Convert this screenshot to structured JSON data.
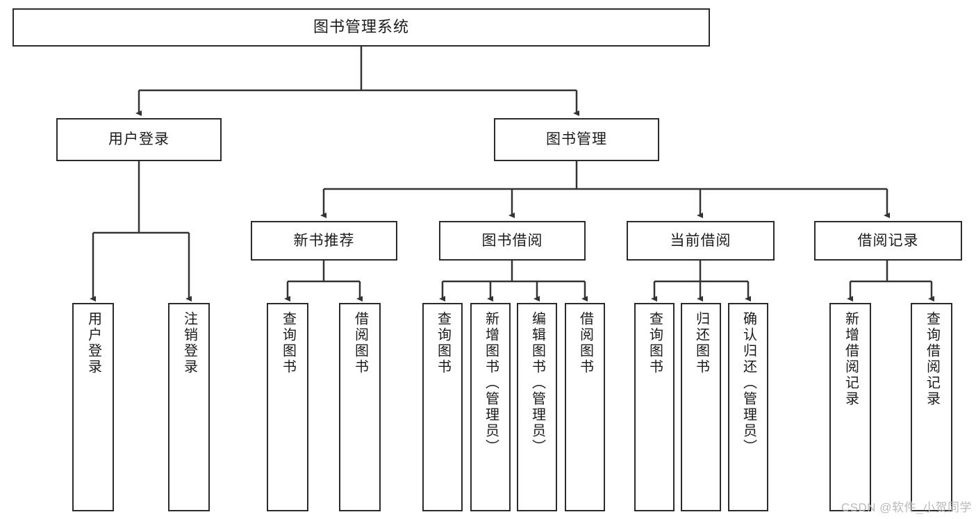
{
  "diagram": {
    "type": "tree",
    "title": "图书管理系统",
    "watermark": "CSDN @软件_小贺同学",
    "colors": {
      "border": "#2b2b2b",
      "background": "#ffffff",
      "text": "#1b1b1b",
      "connector": "#333333",
      "watermark": "#b9b9b9"
    },
    "levels": {
      "root": {
        "label": "图书管理系统"
      },
      "level2": [
        {
          "label": "用户登录"
        },
        {
          "label": "图书管理"
        }
      ],
      "level3": [
        {
          "label": "新书推荐"
        },
        {
          "label": "图书借阅"
        },
        {
          "label": "当前借阅"
        },
        {
          "label": "借阅记录"
        }
      ]
    },
    "leaves": {
      "user_login": [
        {
          "label": "用户登录"
        },
        {
          "label": "注销登录"
        }
      ],
      "new_book_recommend": [
        {
          "label": "查询图书"
        },
        {
          "label": "借阅图书"
        }
      ],
      "book_borrow": [
        {
          "label": "查询图书"
        },
        {
          "label": "新增图书（管理员）"
        },
        {
          "label": "编辑图书（管理员）"
        },
        {
          "label": "借阅图书"
        }
      ],
      "current_borrow": [
        {
          "label": "查询图书"
        },
        {
          "label": "归还图书"
        },
        {
          "label": "确认归还（管理员）"
        }
      ],
      "borrow_record": [
        {
          "label": "新增借阅记录"
        },
        {
          "label": "查询借阅记录"
        }
      ]
    }
  }
}
